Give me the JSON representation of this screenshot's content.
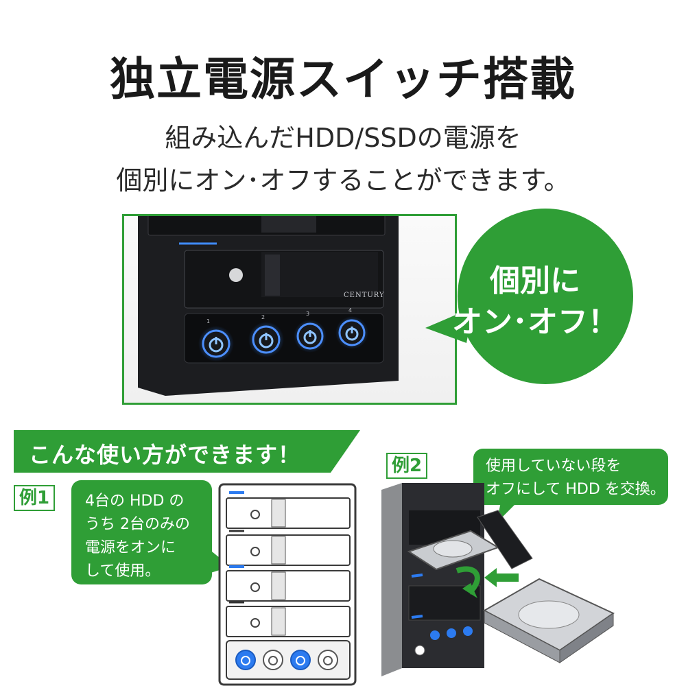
{
  "headline": {
    "title": "独立電源スイッチ搭載",
    "line1": "組み込んだHDD/SSDの電源を",
    "line2": "個別にオン･オフすることができます。"
  },
  "callout": {
    "line1": "個別に",
    "line2": "オン･オフ！"
  },
  "product": {
    "brand": "CENTURY",
    "bay_numbers": [
      "1",
      "2",
      "3",
      "4"
    ]
  },
  "usage": {
    "banner": "こんな使い方ができます！",
    "example1": {
      "label": "例1",
      "caption": [
        "4台の HDD の",
        "うち 2台のみの",
        "電源をオンに",
        "して使用。"
      ]
    },
    "example2": {
      "label": "例2",
      "caption": [
        "使用していない段を",
        "オフにして HDD を交換。"
      ]
    }
  },
  "colors": {
    "accent_green": "#2f9e36",
    "led_blue": "#2c7bf0",
    "enclosure": "#1c1d20"
  }
}
